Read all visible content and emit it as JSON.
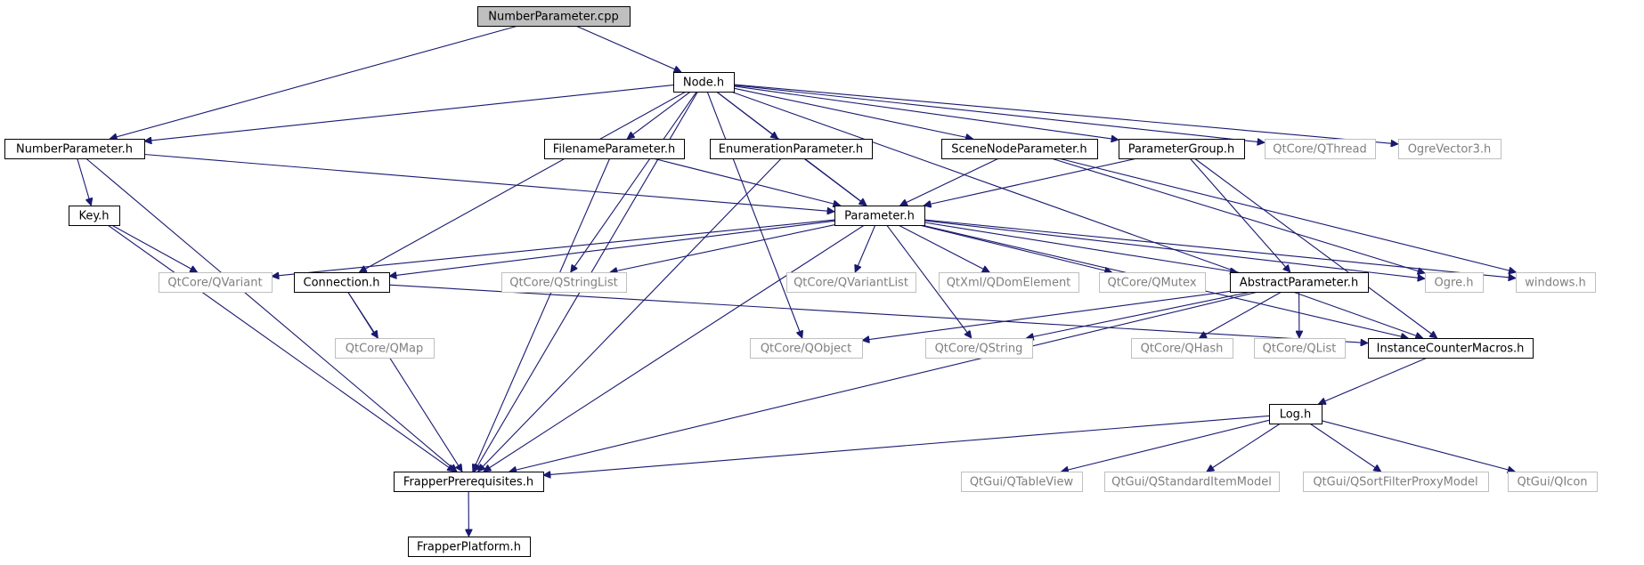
{
  "colors": {
    "edge": "#191970",
    "root_fill": "#bfbfbf",
    "node_border": "#000000",
    "external_border": "#bfbfbf",
    "external_text": "#7f7f7f"
  },
  "nodes": {
    "numberparameter_cpp": {
      "label": "NumberParameter.cpp",
      "kind": "root"
    },
    "node_h": {
      "label": "Node.h",
      "kind": "local"
    },
    "numberparameter_h": {
      "label": "NumberParameter.h",
      "kind": "local"
    },
    "filenameparameter_h": {
      "label": "FilenameParameter.h",
      "kind": "local"
    },
    "enumerationparameter_h": {
      "label": "EnumerationParameter.h",
      "kind": "local"
    },
    "scenenodeparameter_h": {
      "label": "SceneNodeParameter.h",
      "kind": "local"
    },
    "parametergroup_h": {
      "label": "ParameterGroup.h",
      "kind": "local"
    },
    "qthread": {
      "label": "QtCore/QThread",
      "kind": "external"
    },
    "ogrevector3_h": {
      "label": "OgreVector3.h",
      "kind": "external"
    },
    "key_h": {
      "label": "Key.h",
      "kind": "local"
    },
    "parameter_h": {
      "label": "Parameter.h",
      "kind": "local"
    },
    "qvariant": {
      "label": "QtCore/QVariant",
      "kind": "external"
    },
    "connection_h": {
      "label": "Connection.h",
      "kind": "local"
    },
    "qstringlist": {
      "label": "QtCore/QStringList",
      "kind": "external"
    },
    "qvariantlist": {
      "label": "QtCore/QVariantList",
      "kind": "external"
    },
    "qdomelement": {
      "label": "QtXml/QDomElement",
      "kind": "external"
    },
    "qmutex": {
      "label": "QtCore/QMutex",
      "kind": "external"
    },
    "abstractparameter_h": {
      "label": "AbstractParameter.h",
      "kind": "local"
    },
    "ogre_h": {
      "label": "Ogre.h",
      "kind": "external"
    },
    "windows_h": {
      "label": "windows.h",
      "kind": "external"
    },
    "qmap": {
      "label": "QtCore/QMap",
      "kind": "external"
    },
    "qobject": {
      "label": "QtCore/QObject",
      "kind": "external"
    },
    "qstring": {
      "label": "QtCore/QString",
      "kind": "external"
    },
    "qhash": {
      "label": "QtCore/QHash",
      "kind": "external"
    },
    "qlist": {
      "label": "QtCore/QList",
      "kind": "external"
    },
    "instancecountermacros_h": {
      "label": "InstanceCounterMacros.h",
      "kind": "local"
    },
    "log_h": {
      "label": "Log.h",
      "kind": "local"
    },
    "frapperprerequisites_h": {
      "label": "FrapperPrerequisites.h",
      "kind": "local"
    },
    "qtableview": {
      "label": "QtGui/QTableView",
      "kind": "external"
    },
    "qstandarditemmodel": {
      "label": "QtGui/QStandardItemModel",
      "kind": "external"
    },
    "qsortfilterproxymodel": {
      "label": "QtGui/QSortFilterProxyModel",
      "kind": "external"
    },
    "qicon": {
      "label": "QtGui/QIcon",
      "kind": "external"
    },
    "frapperplatform_h": {
      "label": "FrapperPlatform.h",
      "kind": "local"
    }
  },
  "edges": [
    [
      "numberparameter_cpp",
      "node_h"
    ],
    [
      "numberparameter_cpp",
      "numberparameter_h"
    ],
    [
      "node_h",
      "numberparameter_h"
    ],
    [
      "node_h",
      "filenameparameter_h"
    ],
    [
      "node_h",
      "enumerationparameter_h"
    ],
    [
      "node_h",
      "scenenodeparameter_h"
    ],
    [
      "node_h",
      "parametergroup_h"
    ],
    [
      "node_h",
      "qthread"
    ],
    [
      "node_h",
      "ogrevector3_h"
    ],
    [
      "node_h",
      "parameter_h"
    ],
    [
      "node_h",
      "connection_h"
    ],
    [
      "node_h",
      "qstringlist"
    ],
    [
      "node_h",
      "qobject"
    ],
    [
      "node_h",
      "frapperprerequisites_h"
    ],
    [
      "node_h",
      "instancecountermacros_h"
    ],
    [
      "numberparameter_h",
      "key_h"
    ],
    [
      "numberparameter_h",
      "parameter_h"
    ],
    [
      "numberparameter_h",
      "frapperprerequisites_h"
    ],
    [
      "key_h",
      "qvariant"
    ],
    [
      "key_h",
      "frapperprerequisites_h"
    ],
    [
      "filenameparameter_h",
      "parameter_h"
    ],
    [
      "filenameparameter_h",
      "frapperprerequisites_h"
    ],
    [
      "enumerationparameter_h",
      "parameter_h"
    ],
    [
      "enumerationparameter_h",
      "frapperprerequisites_h"
    ],
    [
      "scenenodeparameter_h",
      "parameter_h"
    ],
    [
      "scenenodeparameter_h",
      "ogre_h"
    ],
    [
      "scenenodeparameter_h",
      "windows_h"
    ],
    [
      "parametergroup_h",
      "parameter_h"
    ],
    [
      "parametergroup_h",
      "abstractparameter_h"
    ],
    [
      "parametergroup_h",
      "instancecountermacros_h"
    ],
    [
      "parameter_h",
      "qvariant"
    ],
    [
      "parameter_h",
      "connection_h"
    ],
    [
      "parameter_h",
      "qstringlist"
    ],
    [
      "parameter_h",
      "qvariantlist"
    ],
    [
      "parameter_h",
      "qdomelement"
    ],
    [
      "parameter_h",
      "qmutex"
    ],
    [
      "parameter_h",
      "abstractparameter_h"
    ],
    [
      "parameter_h",
      "ogre_h"
    ],
    [
      "parameter_h",
      "windows_h"
    ],
    [
      "parameter_h",
      "instancecountermacros_h"
    ],
    [
      "parameter_h",
      "qstring"
    ],
    [
      "parameter_h",
      "frapperprerequisites_h"
    ],
    [
      "connection_h",
      "qmap"
    ],
    [
      "connection_h",
      "frapperprerequisites_h"
    ],
    [
      "connection_h",
      "instancecountermacros_h"
    ],
    [
      "abstractparameter_h",
      "qobject"
    ],
    [
      "abstractparameter_h",
      "qstring"
    ],
    [
      "abstractparameter_h",
      "qhash"
    ],
    [
      "abstractparameter_h",
      "qlist"
    ],
    [
      "abstractparameter_h",
      "frapperprerequisites_h"
    ],
    [
      "instancecountermacros_h",
      "log_h"
    ],
    [
      "log_h",
      "frapperprerequisites_h"
    ],
    [
      "log_h",
      "qtableview"
    ],
    [
      "log_h",
      "qstandarditemmodel"
    ],
    [
      "log_h",
      "qsortfilterproxymodel"
    ],
    [
      "log_h",
      "qicon"
    ],
    [
      "frapperprerequisites_h",
      "frapperplatform_h"
    ]
  ]
}
